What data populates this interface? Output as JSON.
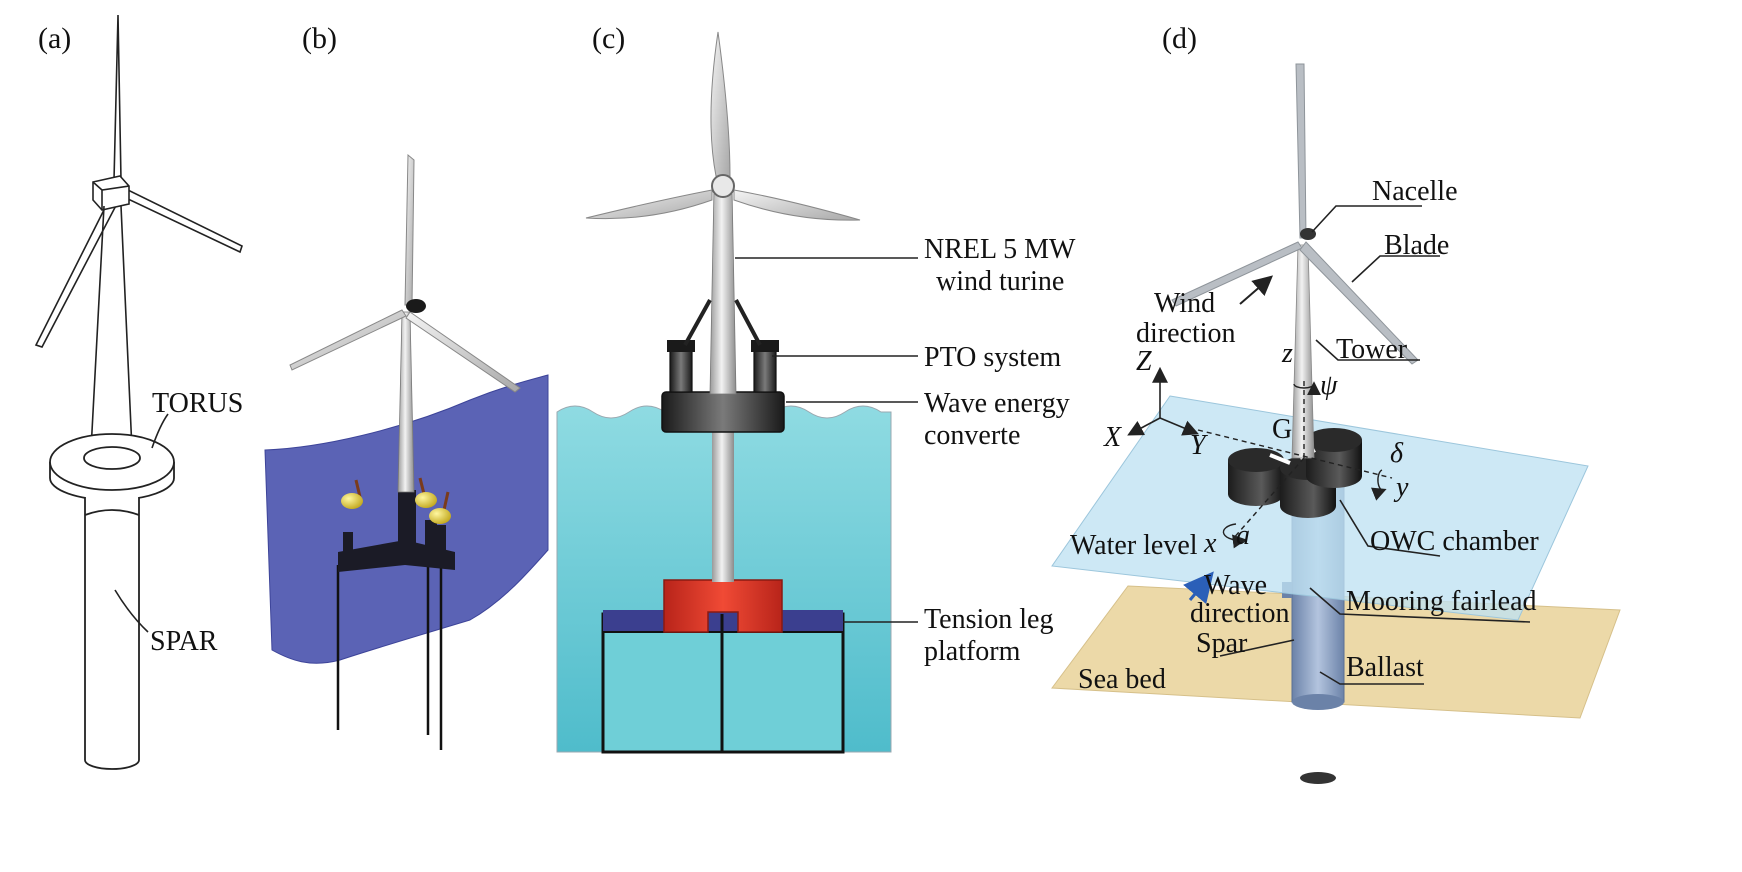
{
  "panels": [
    {
      "id": "a",
      "label": "(a)",
      "callouts": {
        "torus": "TORUS",
        "spar": "SPAR"
      }
    },
    {
      "id": "b",
      "label": "(b)"
    },
    {
      "id": "c",
      "label": "(c)",
      "callouts": {
        "turbine_line1": "NREL 5 MW",
        "turbine_line2": "wind turine",
        "pto": "PTO system",
        "wec_line1": "Wave energy",
        "wec_line2": "converte",
        "tlp_line1": "Tension leg",
        "tlp_line2": "platform"
      }
    },
    {
      "id": "d",
      "label": "(d)",
      "callouts": {
        "nacelle": "Nacelle",
        "blade": "Blade",
        "wind_line1": "Wind",
        "wind_line2": "direction",
        "tower": "Tower",
        "cog": "G",
        "owc": "OWC chamber",
        "water_level": "Water level",
        "wave_line1": "Wave",
        "wave_line2": "direction",
        "mooring": "Mooring fairlead",
        "spar": "Spar",
        "ballast": "Ballast",
        "sea_bed": "Sea bed"
      },
      "axes": {
        "Z": "Z",
        "X": "X",
        "Y": "Y",
        "z": "z",
        "psi": "ψ",
        "delta": "δ",
        "y": "y",
        "x": "x",
        "a": "a"
      }
    }
  ],
  "colors": {
    "ocean_b": "#5b63b5",
    "water_c": "#6ecfd8",
    "wec_red": "#e03a2a",
    "wec_dark": "#3a3a3a",
    "water_plane_d": "#bfe2f2",
    "seabed_d": "#ecd9a8",
    "spar_d": "#8fa6c8",
    "buoy_yellow": "#e8d43a",
    "turbine_grey": "#c9c9c9"
  }
}
